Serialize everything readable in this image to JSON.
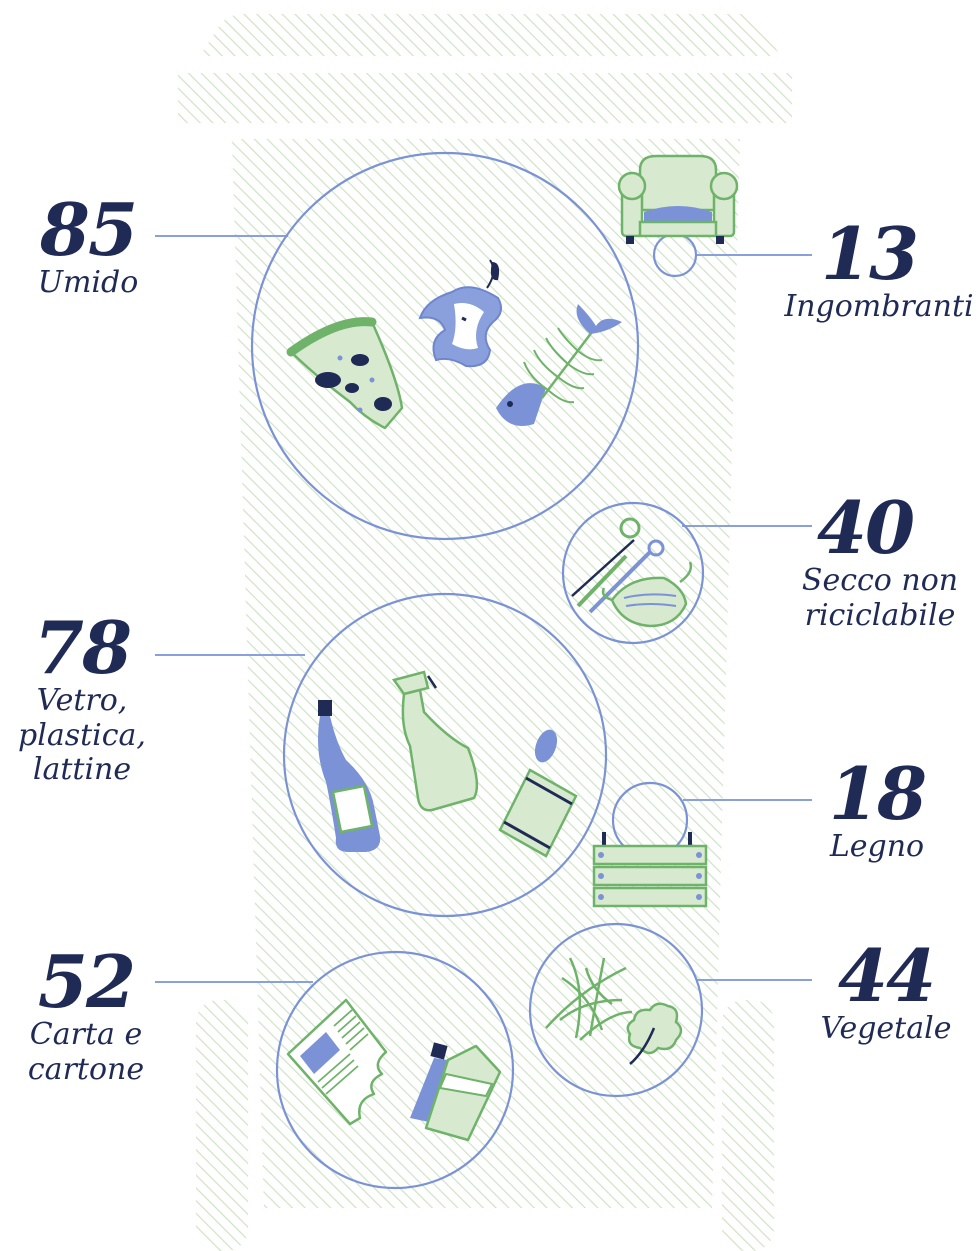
{
  "categories": [
    {
      "id": "umido",
      "value": "85",
      "label_lines": [
        "Umido"
      ]
    },
    {
      "id": "ingombranti",
      "value": "13",
      "label_lines": [
        "Ingombranti"
      ]
    },
    {
      "id": "secco",
      "value": "40",
      "label_lines": [
        "Secco non",
        "riciclabile"
      ]
    },
    {
      "id": "multimateriale",
      "value": "78",
      "label_lines": [
        "Vetro,",
        "plastica,",
        "lattine"
      ]
    },
    {
      "id": "legno",
      "value": "18",
      "label_lines": [
        "Legno"
      ]
    },
    {
      "id": "carta",
      "value": "52",
      "label_lines": [
        "Carta e",
        "cartone"
      ]
    },
    {
      "id": "vegetale",
      "value": "44",
      "label_lines": [
        "Vegetale"
      ]
    }
  ],
  "colors": {
    "navy": "#1f2a55",
    "blue": "#7b93d6",
    "blue_line": "#8aa0dc",
    "green": "#6fb36a",
    "green_fill": "#d7e9cf",
    "hatch": "#cfe3c6"
  },
  "icons": [
    "pizza-icon",
    "apple-core-icon",
    "fish-bone-icon",
    "armchair-icon",
    "scissors-icon",
    "face-mask-icon",
    "bottle-icon",
    "spray-bottle-icon",
    "can-icon",
    "wooden-crate-icon",
    "grass-icon",
    "leaf-icon",
    "newspaper-icon",
    "carton-icon",
    "bin-illustration"
  ]
}
